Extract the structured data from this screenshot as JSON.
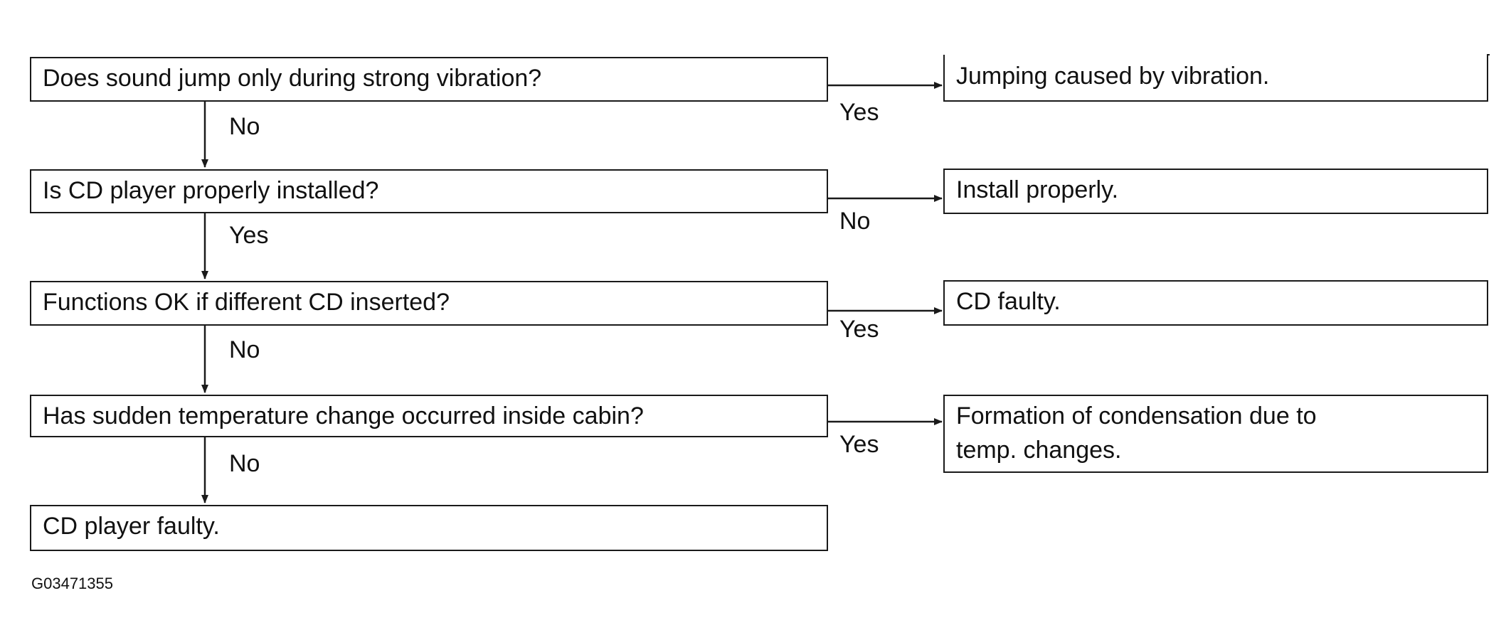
{
  "flowchart": {
    "questions": [
      {
        "text": "Does sound jump only during strong vibration?",
        "exit_label": "Yes",
        "down_label": "No"
      },
      {
        "text": "Is CD player properly installed?",
        "exit_label": "No",
        "down_label": "Yes"
      },
      {
        "text": "Functions OK if different CD inserted?",
        "exit_label": "Yes",
        "down_label": "No"
      },
      {
        "text": "Has sudden temperature change occurred inside cabin?",
        "exit_label": "Yes",
        "down_label": "No"
      }
    ],
    "results": [
      {
        "text": "Jumping caused by vibration."
      },
      {
        "text": "Install properly."
      },
      {
        "text": "CD faulty."
      },
      {
        "text": "Formation of condensation due to\ntemp. changes."
      }
    ],
    "final": {
      "text": "CD player faulty."
    }
  },
  "figure_id": "G03471355",
  "colors": {
    "line": "#1a1a1a",
    "background": "#ffffff"
  }
}
